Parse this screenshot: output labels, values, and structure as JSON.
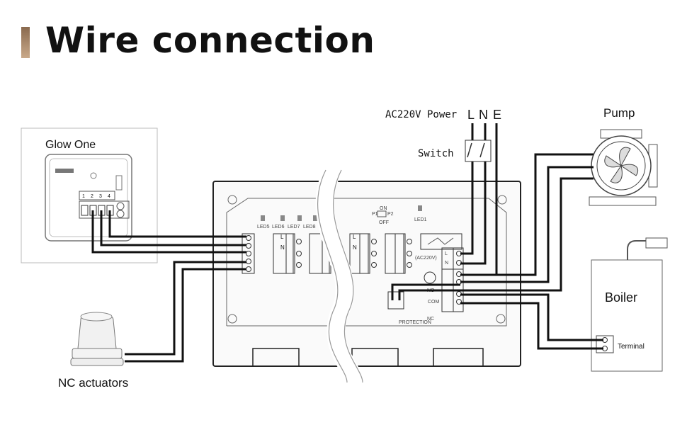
{
  "title": "Wire connection",
  "colors": {
    "accent_bar_top": "#8a6a4e",
    "accent_bar_bottom": "#c9a98a",
    "wire": "#111111",
    "panel_line": "#555555"
  },
  "labels": {
    "thermostat": "Glow One",
    "power": "AC220V Power",
    "power_lines": [
      "L",
      "N",
      "E"
    ],
    "switch": "Switch",
    "pump": "Pump",
    "boiler": "Boiler",
    "terminal": "Terminal",
    "actuators": "NC actuators"
  },
  "thermostat_terminals": [
    "1",
    "2",
    "3",
    "4"
  ],
  "box": {
    "leds": [
      "LED5",
      "LED6",
      "LED7",
      "LED8",
      "LED1"
    ],
    "zone_terms": [
      "L",
      "N",
      "L",
      "N"
    ],
    "power_terms": [
      "L",
      "N"
    ],
    "relay_terms": [
      "NO",
      "COM",
      "NC"
    ],
    "small_texts": [
      "ON",
      "P1",
      "P2",
      "OFF",
      "(AC220V)",
      "PROTECTION"
    ]
  },
  "icons": [
    "thermostat-icon",
    "pump-icon",
    "boiler-icon",
    "actuator-icon",
    "switch-icon",
    "wiring-center-icon"
  ]
}
